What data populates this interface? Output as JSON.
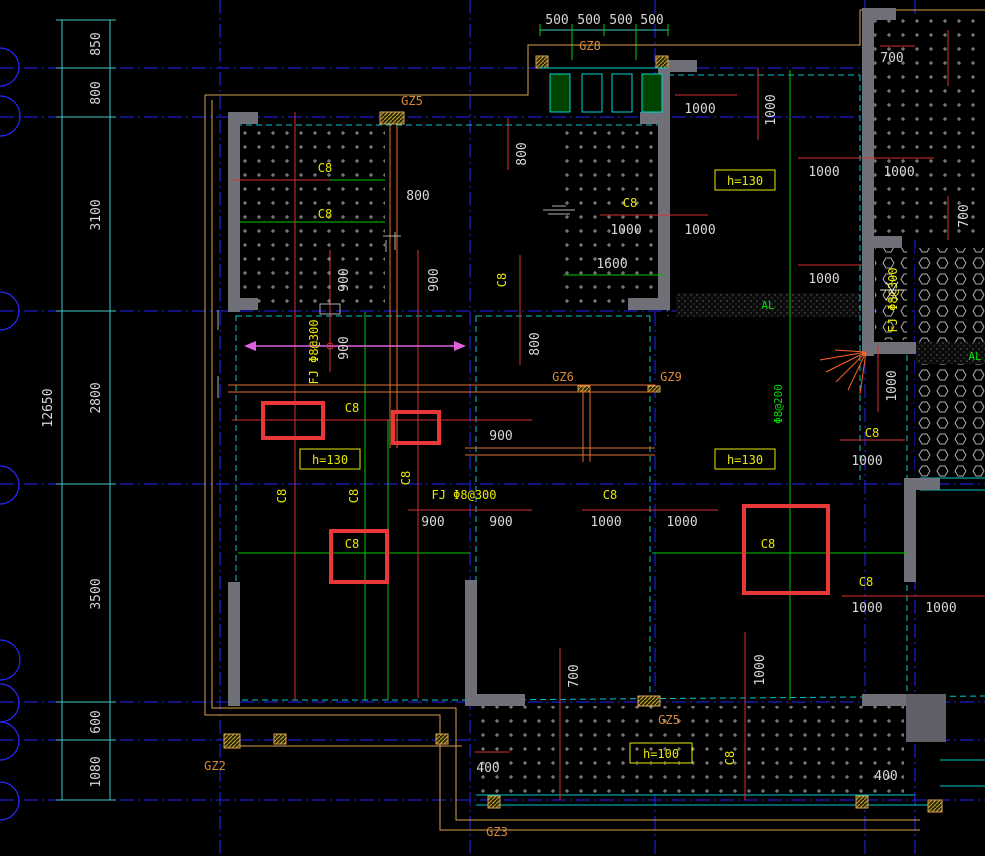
{
  "top_dimensions": [
    "500",
    "500",
    "500",
    "500"
  ],
  "left_dimensions": {
    "total": "12650",
    "segments": [
      "850",
      "800",
      "3100",
      "2800",
      "3500",
      "600",
      "1080"
    ]
  },
  "thickness_labels": [
    "h=130",
    "h=130",
    "h=130",
    "h=100"
  ],
  "column_labels": [
    "GZ8",
    "GZ5",
    "GZ6",
    "GZ9",
    "GZ5",
    "GZ2",
    "GZ3"
  ],
  "rebar_labels": {
    "c8": [
      "C8",
      "C8",
      "C8",
      "C8",
      "C8",
      "C8",
      "C8",
      "C8",
      "C8",
      "C8",
      "C8",
      "C8",
      "C8",
      "C8"
    ],
    "fj_1": "FJ Φ8@300",
    "fj_2": "FJ Φ8@300",
    "fj_3": "FJ Φ8@300",
    "c8_200": "Φ8@200",
    "al": "AL",
    "al_2": "AL"
  },
  "rebar_lengths": [
    "1000",
    "1000",
    "1000",
    "1000",
    "1000",
    "1000",
    "1000",
    "1000",
    "1000",
    "1000",
    "1000",
    "1000",
    "1000",
    "1000",
    "900",
    "900",
    "900",
    "900",
    "900",
    "900",
    "800",
    "800",
    "800",
    "1600",
    "700",
    "700",
    "700",
    "400",
    "400"
  ],
  "highlight_color": "#e83838"
}
